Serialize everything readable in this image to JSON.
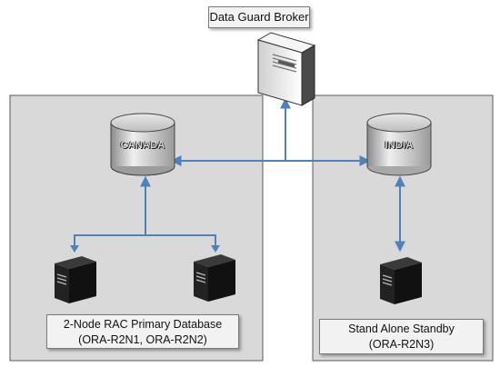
{
  "broker": {
    "label": "Data Guard Broker"
  },
  "primary_site": {
    "db_name": "CANADA",
    "caption_line1": "2-Node RAC Primary Database",
    "caption_line2": "(ORA-R2N1, ORA-R2N2)"
  },
  "standby_site": {
    "db_name": "INDIA",
    "caption_line1": "Stand Alone Standby",
    "caption_line2": "(ORA-R2N3)"
  },
  "colors": {
    "connector": "#4f81bd",
    "panel_fill": "#d9d9d9",
    "panel_border": "#595959",
    "label_fill": "#f2f2f2"
  }
}
